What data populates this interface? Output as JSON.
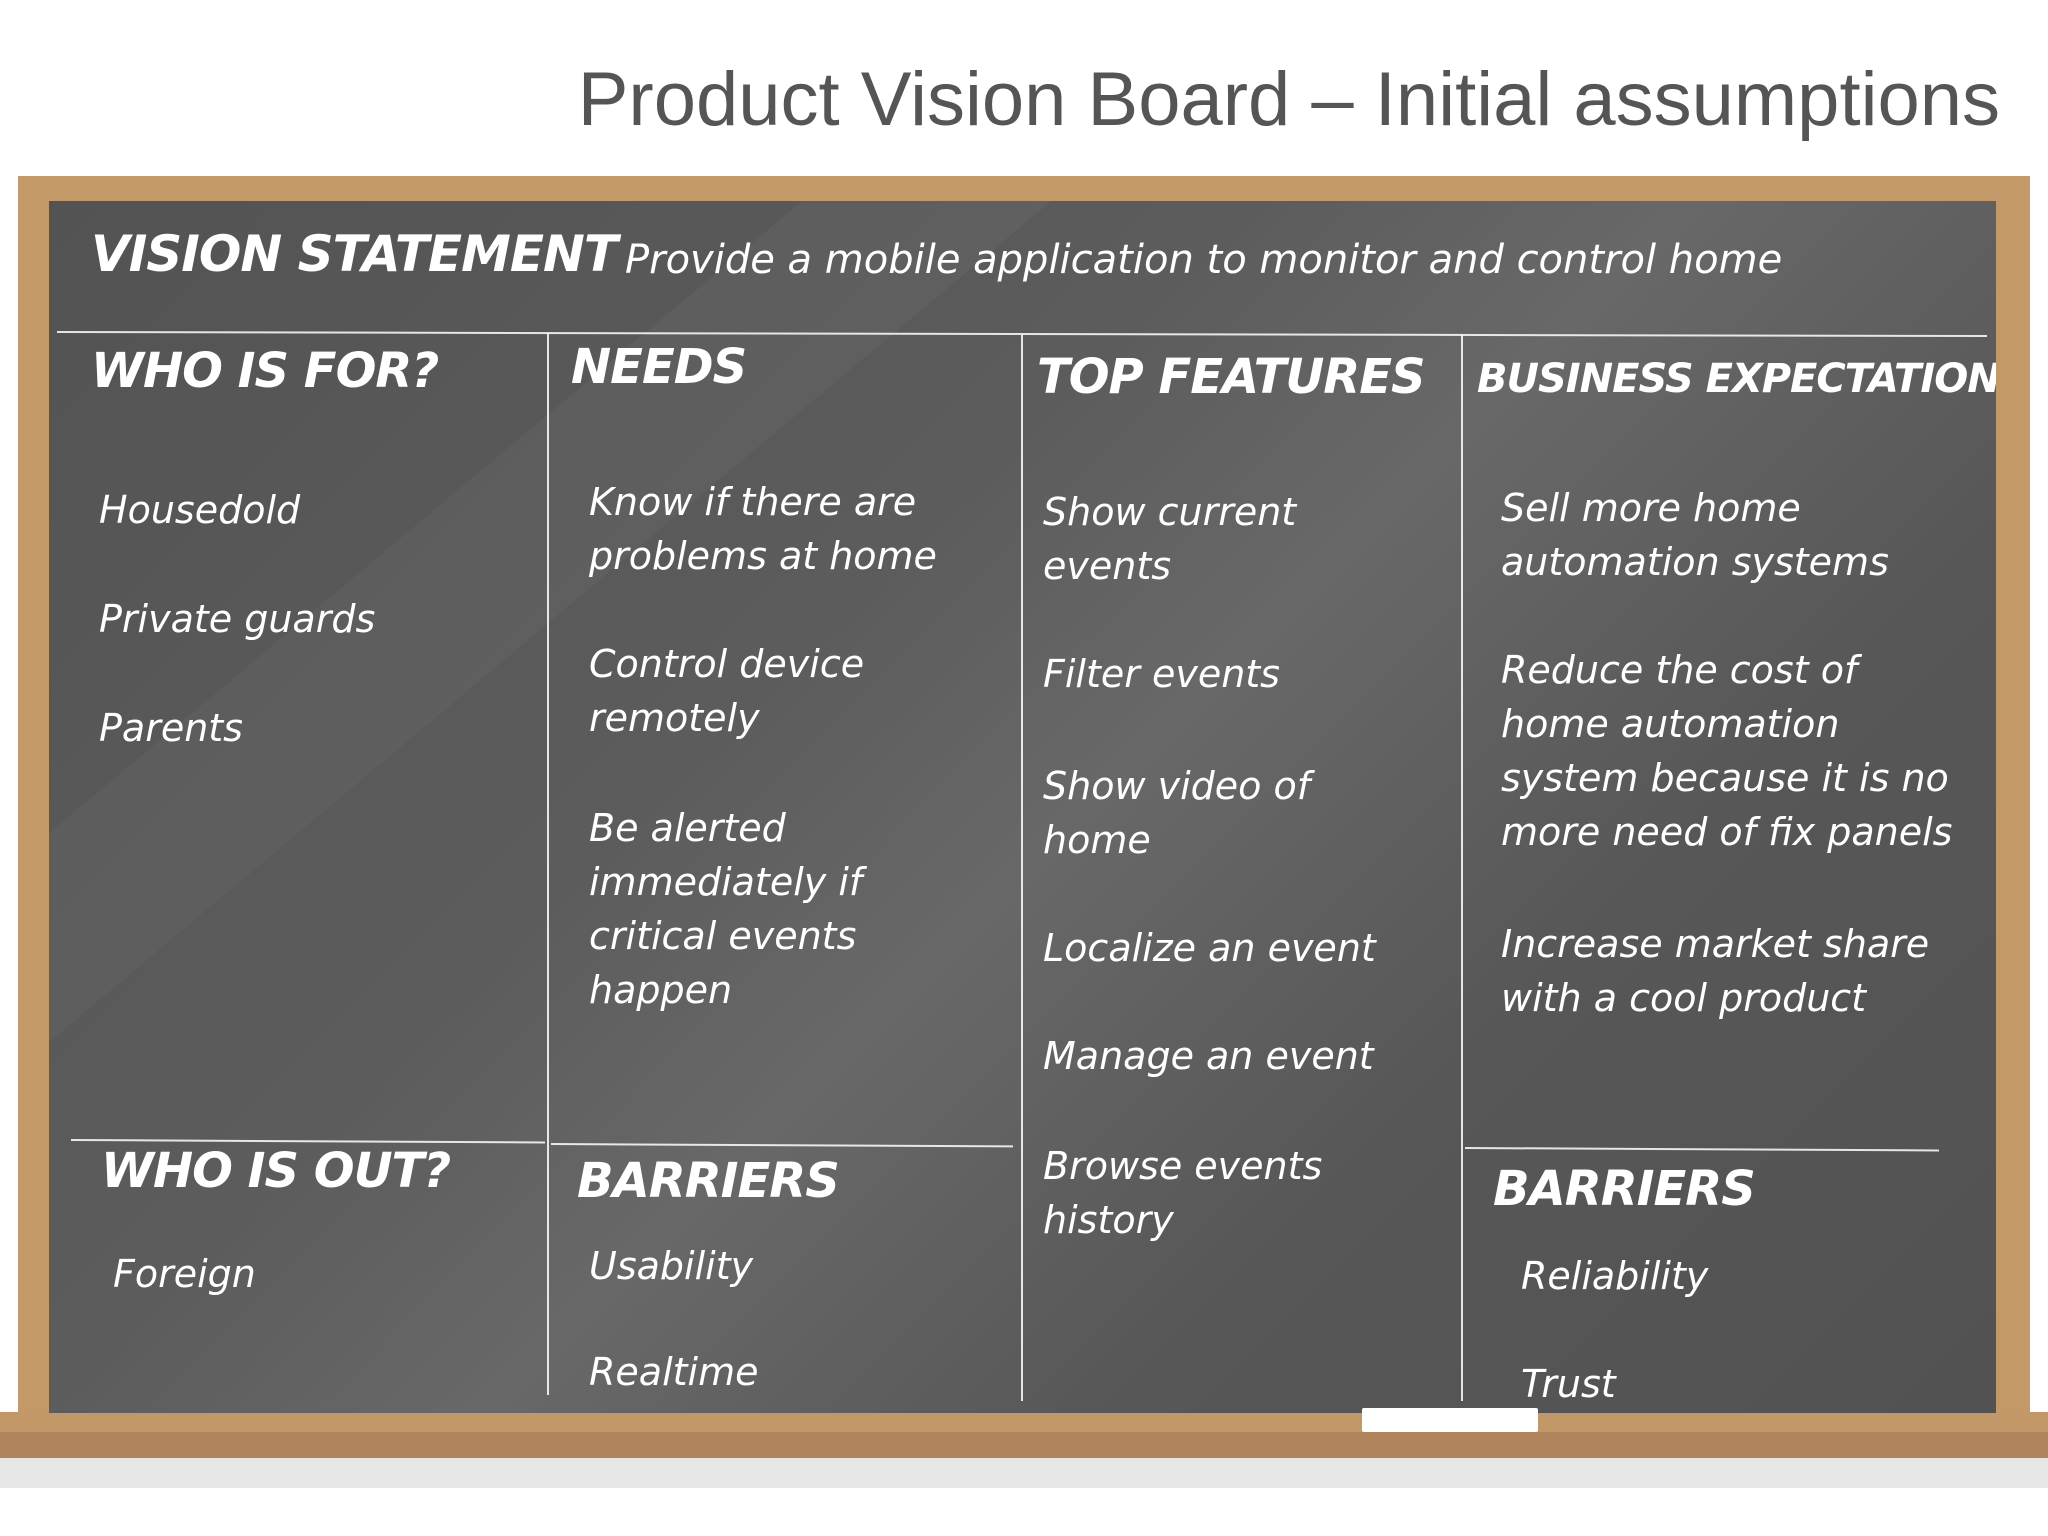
{
  "title": "Product Vision Board – Initial assumptions",
  "vision": {
    "heading": "VISION STATEMENT",
    "text": "Provide a mobile application to monitor and control home"
  },
  "who_is_for": {
    "heading": "WHO IS FOR?",
    "items": [
      "Housedold",
      "Private guards",
      "Parents"
    ]
  },
  "who_is_out": {
    "heading": "WHO IS OUT?",
    "items": [
      "Foreign"
    ]
  },
  "needs": {
    "heading": "NEEDS",
    "items": [
      "Know if there are\nproblems at home",
      "Control device\nremotely",
      "Be alerted\nimmediately if\ncritical events\nhappen"
    ]
  },
  "needs_barriers": {
    "heading": "BARRIERS",
    "items": [
      "Usability",
      "Realtime"
    ]
  },
  "top_features": {
    "heading": "TOP FEATURES",
    "items": [
      "Show current\nevents",
      "Filter events",
      "Show video of\nhome",
      "Localize an event",
      "Manage an event",
      "Browse events\nhistory"
    ]
  },
  "business_expectations": {
    "heading": "BUSINESS EXPECTATIONS",
    "items": [
      "Sell more home\nautomation systems",
      "Reduce the cost of\nhome automation\nsystem because it is no\nmore need of fix panels",
      "Increase market share\nwith a cool product"
    ]
  },
  "business_barriers": {
    "heading": "BARRIERS",
    "items": [
      "Reliability",
      "Trust"
    ]
  }
}
